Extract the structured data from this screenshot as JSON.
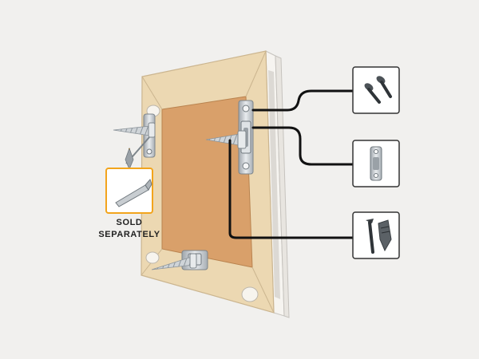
{
  "sold_separately": {
    "line1": "SOLD",
    "line2": "SEPARATELY",
    "accent_color": "#f2a41c"
  },
  "callouts": [
    {
      "item": "wood-screws",
      "icon": "screws-icon"
    },
    {
      "item": "d-ring-hanger",
      "icon": "sawtooth-hanger-icon"
    },
    {
      "item": "drywall-anchor-and-screw",
      "icon": "anchor-screw-icon"
    }
  ],
  "colors": {
    "background": "#f1f0ee",
    "frame_face": "#ecd8b2",
    "frame_edge": "#f7f4ee",
    "canvas": "#d9a06a",
    "leader_line": "#111111",
    "metal": "#c9ced2"
  }
}
